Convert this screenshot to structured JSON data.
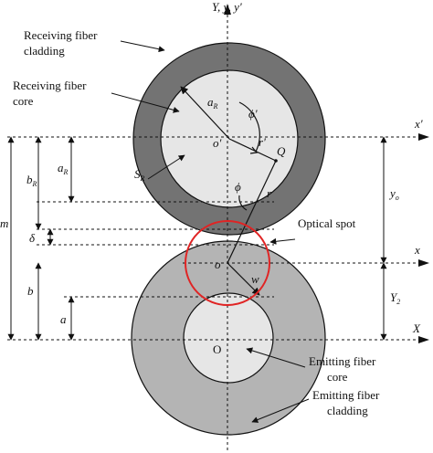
{
  "axes": {
    "vertical": "Y, y, y'",
    "x_prime": "x'",
    "x": "x",
    "X": "X"
  },
  "labels": {
    "receiving_cladding": [
      "Receiving fiber",
      "cladding"
    ],
    "receiving_core": [
      "Receiving fiber",
      "core"
    ],
    "optical_spot": "Optical spot",
    "emitting_core": [
      "Emitting fiber",
      "core"
    ],
    "emitting_cladding": [
      "Emitting fiber",
      "cladding"
    ]
  },
  "symbols": {
    "a_R": {
      "base": "a",
      "sub": "R"
    },
    "phi_prime": "ϕ'",
    "origin_receiving": "o'",
    "r_prime": "r'",
    "Q": "Q",
    "S_R": {
      "base": "S",
      "sub": "R"
    },
    "phi": "ϕ",
    "r": "r",
    "origin_spot": "o",
    "w": "w",
    "origin_emitting": "O",
    "y_o": {
      "base": "y",
      "sub": "o"
    },
    "Y_2": {
      "base": "Y",
      "sub": "2"
    },
    "m": "m",
    "b_R": {
      "base": "b",
      "sub": "R"
    },
    "delta": "δ",
    "b": "b",
    "a": "a"
  },
  "colors": {
    "receiving_cladding": "#737373",
    "receiving_core": "#e6e6e6",
    "emitting_cladding": "#b4b4b4",
    "emitting_core": "#e6e6e6",
    "optical_spot": "#e02424",
    "line": "#111111"
  }
}
